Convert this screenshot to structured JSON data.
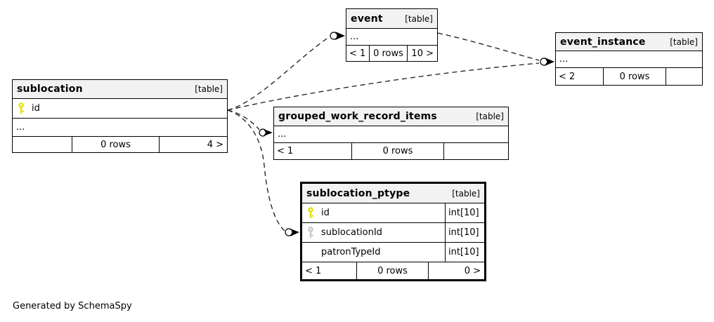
{
  "diagram": {
    "generated_by": "Generated by SchemaSpy"
  },
  "colors": {
    "header_bg": "#f2f2f2",
    "border": "#000000",
    "edge": "#1a1a1a",
    "primary_key": "#e3e300",
    "foreign_key": "#c8c8c8"
  },
  "icons": {
    "primary_key": "key-icon",
    "foreign_key": "key-icon"
  },
  "tables": {
    "event": {
      "name": "event",
      "tag": "[table]",
      "ellipsis": "...",
      "footer": {
        "left": "< 1",
        "center": "0 rows",
        "right": "10 >"
      }
    },
    "event_instance": {
      "name": "event_instance",
      "tag": "[table]",
      "ellipsis": "...",
      "footer": {
        "left": "< 2",
        "center": "0 rows",
        "right": ""
      }
    },
    "sublocation": {
      "name": "sublocation",
      "tag": "[table]",
      "columns": [
        {
          "key": "primary",
          "name": "id"
        }
      ],
      "ellipsis": "...",
      "footer": {
        "left": "",
        "center": "0 rows",
        "right": "4 >"
      }
    },
    "grouped_work_record_items": {
      "name": "grouped_work_record_items",
      "tag": "[table]",
      "ellipsis": "...",
      "footer": {
        "left": "< 1",
        "center": "0 rows",
        "right": ""
      }
    },
    "sublocation_ptype": {
      "name": "sublocation_ptype",
      "tag": "[table]",
      "columns": [
        {
          "key": "primary",
          "name": "id",
          "type": "int[10]"
        },
        {
          "key": "foreign",
          "name": "sublocationId",
          "type": "int[10]"
        },
        {
          "key": "none",
          "name": "patronTypeId",
          "type": "int[10]"
        }
      ],
      "footer": {
        "left": "< 1",
        "center": "0 rows",
        "right": "0 >"
      }
    }
  }
}
